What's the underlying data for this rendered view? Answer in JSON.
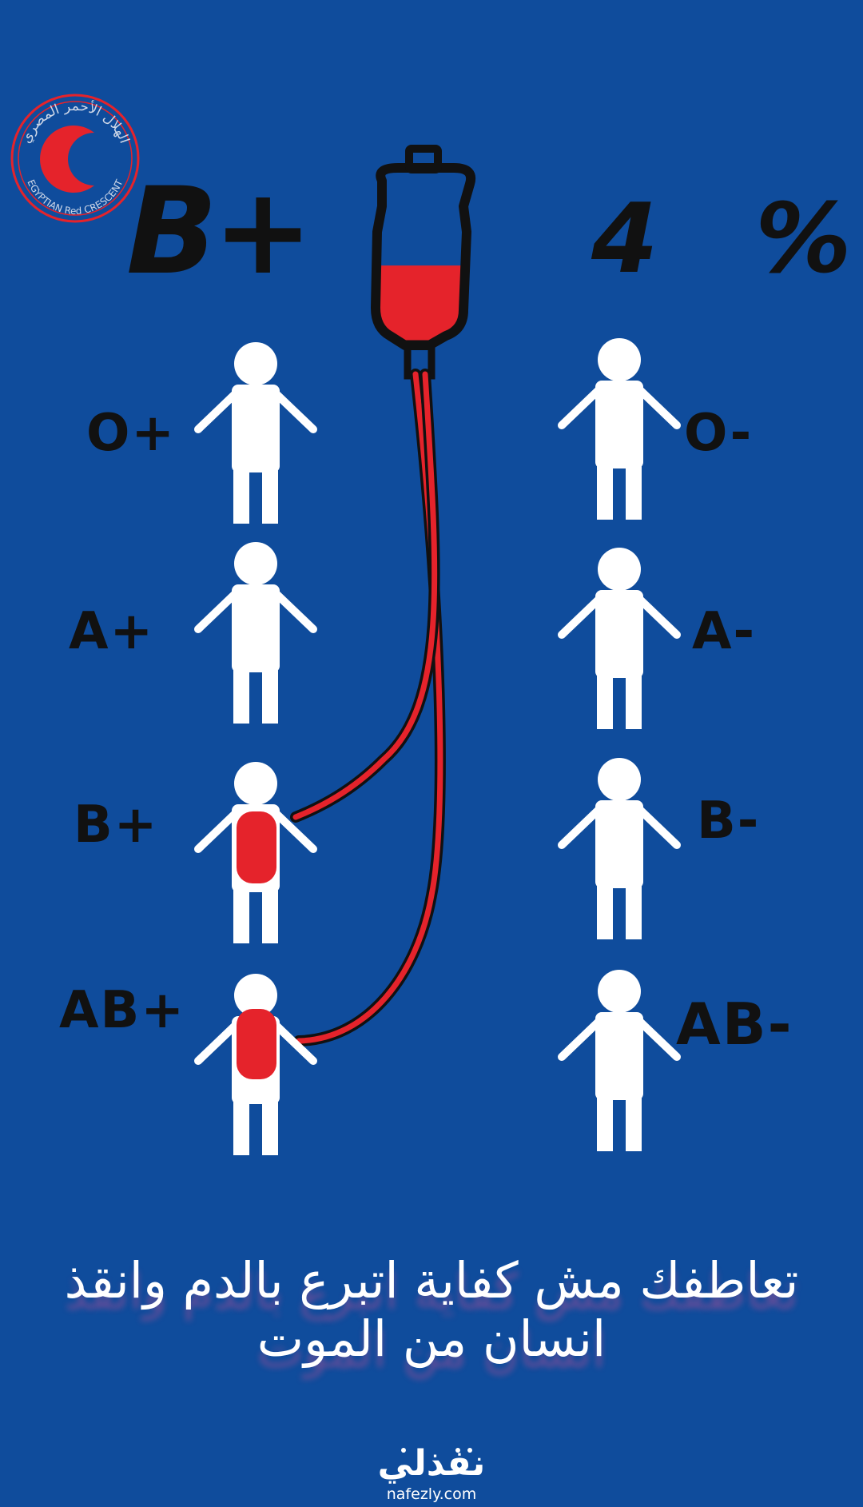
{
  "logo": {
    "letter": "C",
    "arabic_text": "الهلال الأحمر المصري",
    "english_text": "EGYPTIAN Red CRESCENT"
  },
  "header": {
    "blood_type": "B+",
    "percentage": "4 %"
  },
  "donor_bag": {
    "fill_level": 0.45
  },
  "positive_types": [
    {
      "label": "O+",
      "receives": false
    },
    {
      "label": "A+",
      "receives": false
    },
    {
      "label": "B+",
      "receives": true
    },
    {
      "label": "AB+",
      "receives": true
    }
  ],
  "negative_types": [
    {
      "label": "O-",
      "receives": false
    },
    {
      "label": "A-",
      "receives": false
    },
    {
      "label": "B-",
      "receives": false
    },
    {
      "label": "AB-",
      "receives": false
    }
  ],
  "caption": "تعاطفك مش كفاية اتبرع بالدم وانقذ انسان من الموت",
  "watermark": {
    "arabic": "نفذلي",
    "url": "nafezly.com"
  },
  "colors": {
    "background": "#0f4c9c",
    "blood": "#e5232b",
    "person": "#ffffff",
    "text": "#111111"
  }
}
